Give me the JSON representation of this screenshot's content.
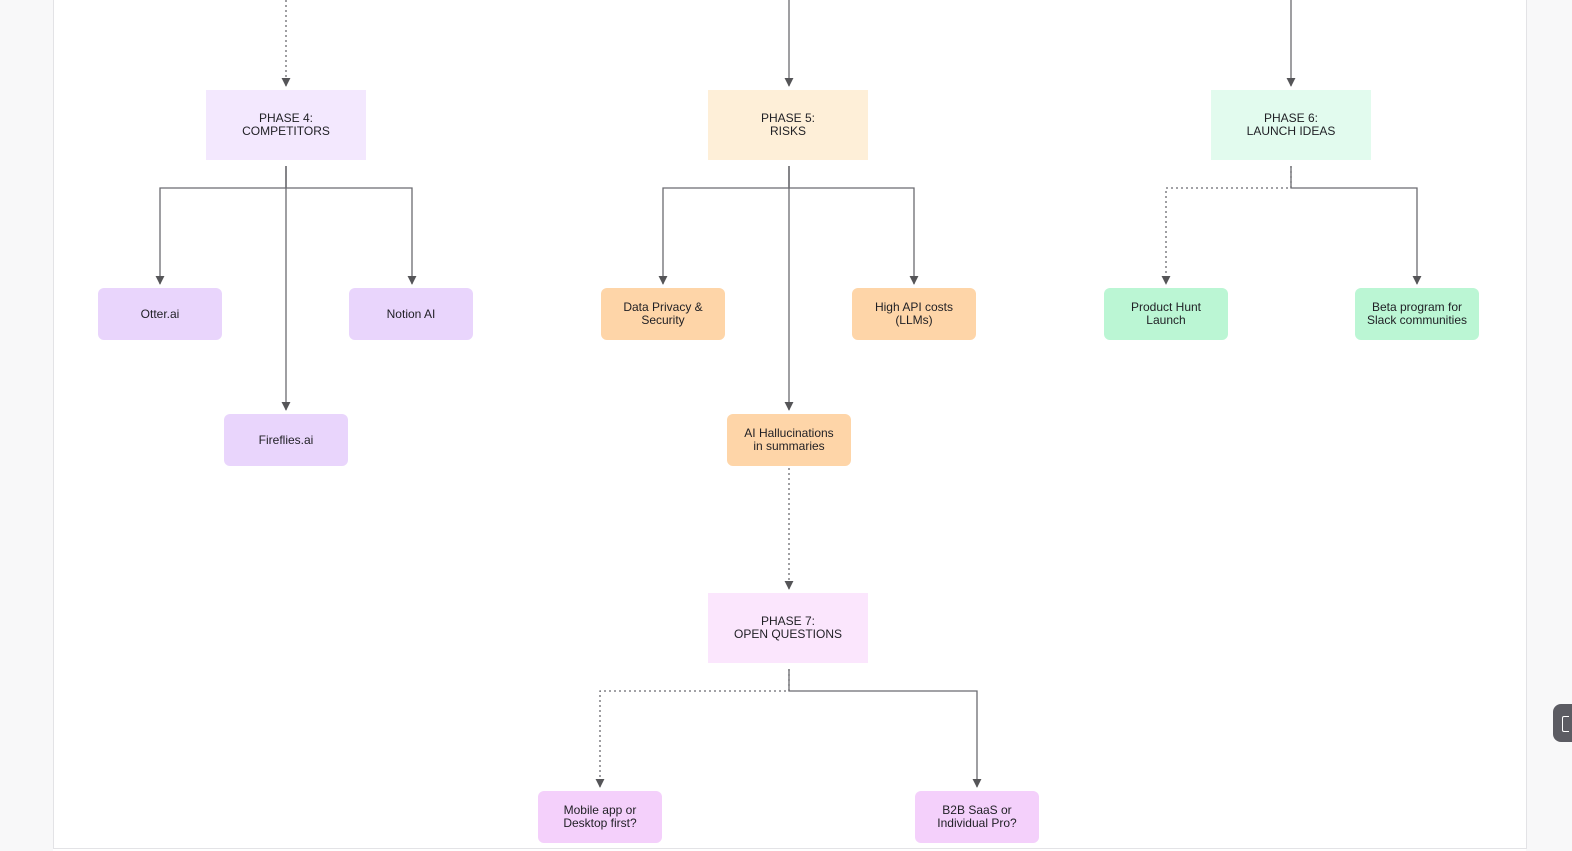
{
  "colors": {
    "phase4_fill": "#f3e8fe",
    "phase5_fill": "#feefd8",
    "phase6_fill": "#e2fbee",
    "phase7_fill": "#fbe6fd",
    "competitor_fill": "#e9d5fc",
    "risk_fill": "#fed5a8",
    "launch_fill": "#bbf6d4",
    "question_fill": "#f4d0fb",
    "connector": "#6b6b70"
  },
  "nodes": {
    "phase4": "PHASE 4:\nCOMPETITORS",
    "phase5": "PHASE 5:\nRISKS",
    "phase6": "PHASE 6:\nLAUNCH IDEAS",
    "phase7": "PHASE 7:\nOPEN QUESTIONS",
    "otter": "Otter.ai",
    "notion": "Notion AI",
    "fireflies": "Fireflies.ai",
    "privacy": "Data Privacy &\nSecurity",
    "api_costs": "High API costs\n(LLMs)",
    "hallucinations": "AI Hallucinations\nin summaries",
    "product_hunt": "Product Hunt\nLaunch",
    "beta_program": "Beta program for\nSlack communities",
    "mobile_desktop": "Mobile app or\nDesktop first?",
    "b2b_pro": "B2B SaaS or\nIndividual Pro?"
  },
  "side_handle_icon": "panel-toggle-icon"
}
